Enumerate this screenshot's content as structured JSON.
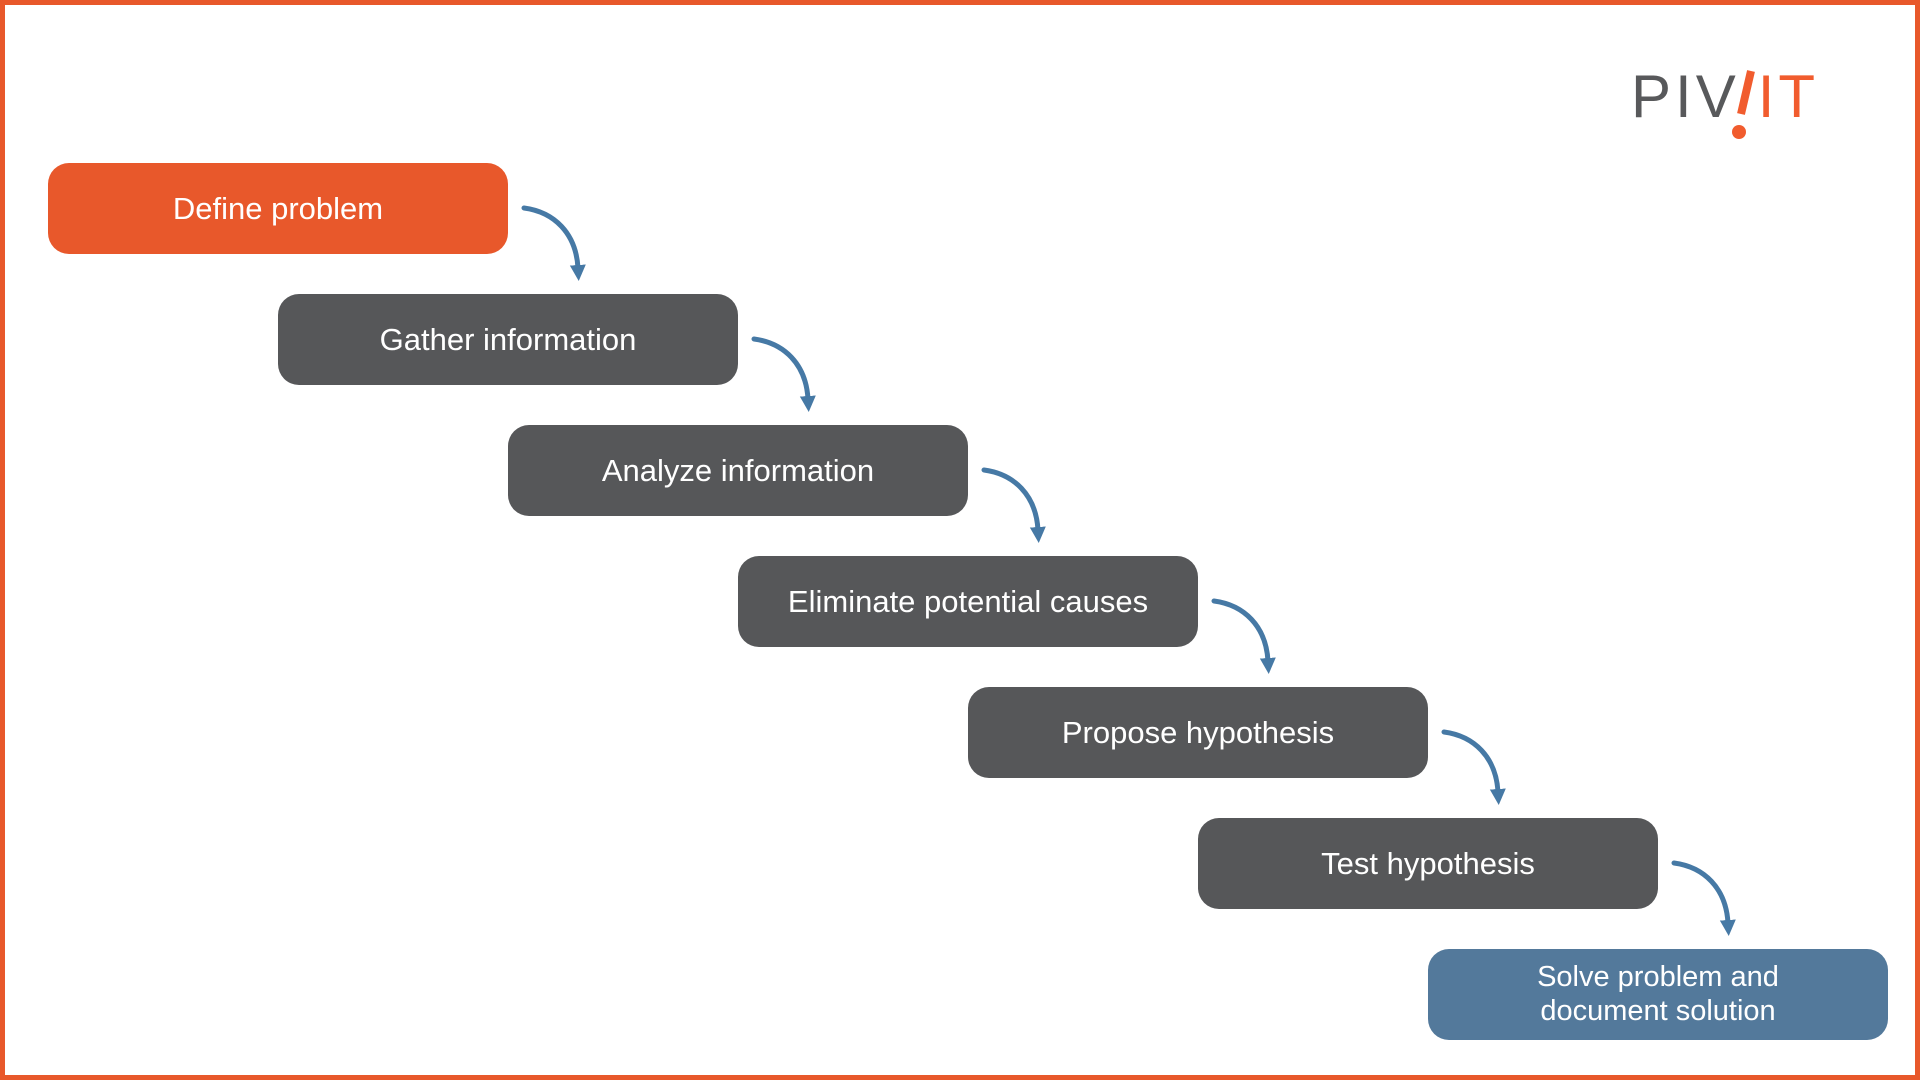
{
  "logo": {
    "gray_text": "PIV",
    "orange_text": "IT",
    "mark": "exclamation-mark"
  },
  "steps": [
    {
      "label": "Define problem",
      "variant": "orange"
    },
    {
      "label": "Gather information",
      "variant": "gray"
    },
    {
      "label": "Analyze information",
      "variant": "gray"
    },
    {
      "label": "Eliminate potential causes",
      "variant": "gray"
    },
    {
      "label": "Propose hypothesis",
      "variant": "gray"
    },
    {
      "label": "Test hypothesis",
      "variant": "gray"
    },
    {
      "label": "Solve problem and document solution",
      "variant": "blue"
    }
  ],
  "colors": {
    "accent_orange": "#E8582B",
    "frame_border": "#EA5A2B",
    "box_gray": "#565759",
    "box_blue": "#53799B",
    "arrow_blue": "#4679A5",
    "logo_gray": "#58595B",
    "logo_orange": "#F15C2E",
    "step_text": "#FFFFFF"
  }
}
